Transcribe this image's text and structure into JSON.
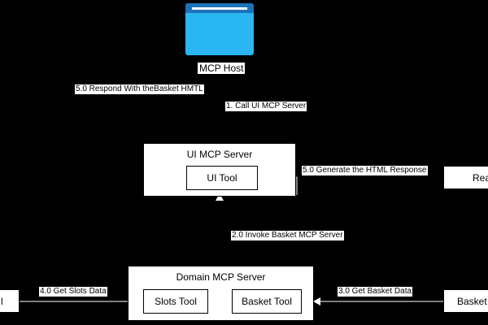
{
  "diagram": {
    "host": {
      "label": "MCP Host",
      "icon": "browser-window-icon",
      "icon_color": "#29b6f2",
      "icon_header_color": "#1a73b8"
    },
    "ui_server": {
      "title": "UI MCP Server",
      "tool": "UI Tool"
    },
    "domain_server": {
      "title": "Domain MCP Server",
      "tools": [
        "Slots Tool",
        "Basket Tool"
      ]
    },
    "right_partial_top": "Rea",
    "right_partial_bottom": "Basket A",
    "left_partial": "l",
    "edges": {
      "step1": "1. Call UI MCP Server",
      "step2": "2.0 Invoke Basket MCP Server",
      "step3": "3.0 Get Basket Data",
      "step4": "4.0 Get Slots Data",
      "step5_generate": "5.0 Generate the HTML Response",
      "step5_respond": "5.0 Respond With theBasket HMTL"
    }
  }
}
